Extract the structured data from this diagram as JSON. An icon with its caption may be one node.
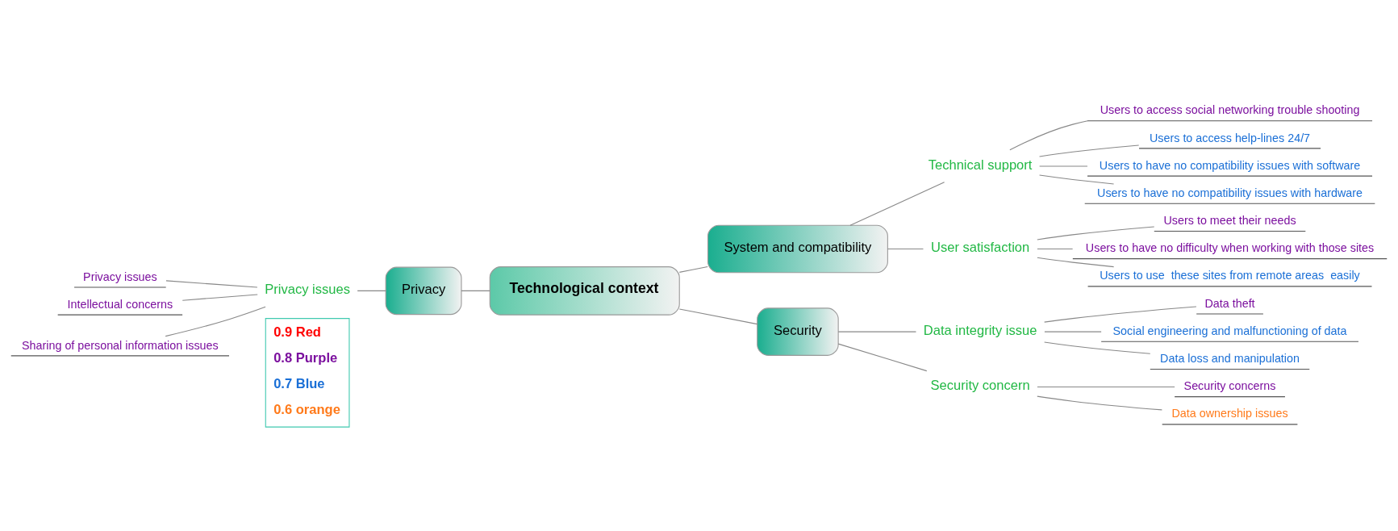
{
  "diagram": {
    "nodes": [
      {
        "text": [
          "Technological context"
        ]
      },
      {
        "text": [
          "Privacy"
        ]
      },
      {
        "text": [
          "Privacy issues"
        ]
      },
      {
        "text": [
          "Privacy issues"
        ]
      },
      {
        "text": [
          "Intellectual concerns"
        ]
      },
      {
        "text": [
          "Sharing of personal information issues"
        ]
      },
      {
        "text": [
          "System and compatibility"
        ]
      },
      {
        "text": [
          "Technical support"
        ]
      },
      {
        "text": [
          "Users to access social networking trouble shooting"
        ]
      },
      {
        "text": [
          "Users to access help-lines 24/7"
        ]
      },
      {
        "text": [
          "Users to have no compatibility issues with software"
        ]
      },
      {
        "text": [
          "Users to have no compatibility issues with hardware"
        ]
      },
      {
        "text": [
          "User satisfaction"
        ]
      },
      {
        "text": [
          "Users to meet their needs"
        ]
      },
      {
        "text": [
          "Users to have no difficulty when working with those sites"
        ]
      },
      {
        "text": [
          "Users to use  these sites from remote areas  easily"
        ]
      },
      {
        "text": [
          "Security"
        ]
      },
      {
        "text": [
          "Data integrity issue"
        ]
      },
      {
        "text": [
          "Data theft"
        ]
      },
      {
        "text": [
          "Social engineering and malfunctioning of data"
        ]
      },
      {
        "text": [
          "Data loss and manipulation"
        ]
      },
      {
        "text": [
          "Security concern"
        ]
      },
      {
        "text": [
          "Security concerns"
        ]
      },
      {
        "text": [
          "Data ownership issues"
        ]
      }
    ],
    "edges": [
      {
        "from": 0,
        "to": 1,
        "arrow": "none"
      },
      {
        "from": 1,
        "to": 2,
        "arrow": "none"
      },
      {
        "from": 2,
        "to": 3,
        "arrow": "none"
      },
      {
        "from": 2,
        "to": 4,
        "arrow": "none"
      },
      {
        "from": 2,
        "to": 5,
        "arrow": "none"
      },
      {
        "from": 0,
        "to": 6,
        "arrow": "none"
      },
      {
        "from": 6,
        "to": 7,
        "arrow": "none"
      },
      {
        "from": 7,
        "to": 8,
        "arrow": "none"
      },
      {
        "from": 7,
        "to": 9,
        "arrow": "none"
      },
      {
        "from": 7,
        "to": 10,
        "arrow": "none"
      },
      {
        "from": 7,
        "to": 11,
        "arrow": "none"
      },
      {
        "from": 6,
        "to": 12,
        "arrow": "none"
      },
      {
        "from": 12,
        "to": 13,
        "arrow": "none"
      },
      {
        "from": 12,
        "to": 14,
        "arrow": "none"
      },
      {
        "from": 12,
        "to": 15,
        "arrow": "none"
      },
      {
        "from": 0,
        "to": 16,
        "arrow": "none"
      },
      {
        "from": 16,
        "to": 17,
        "arrow": "none"
      },
      {
        "from": 17,
        "to": 18,
        "arrow": "none"
      },
      {
        "from": 17,
        "to": 19,
        "arrow": "none"
      },
      {
        "from": 17,
        "to": 20,
        "arrow": "none"
      },
      {
        "from": 16,
        "to": 21,
        "arrow": "none"
      },
      {
        "from": 21,
        "to": 22,
        "arrow": "none"
      },
      {
        "from": 21,
        "to": 23,
        "arrow": "none"
      }
    ],
    "legend": [
      {
        "text": "0.9 Red",
        "color": "#ff0000"
      },
      {
        "text": "0.8 Purple",
        "color": "#7b0f9e"
      },
      {
        "text": "0.7 Blue",
        "color": "#1a6fd6"
      },
      {
        "text": "0.6 orange",
        "color": "#ff7a1a"
      }
    ]
  }
}
